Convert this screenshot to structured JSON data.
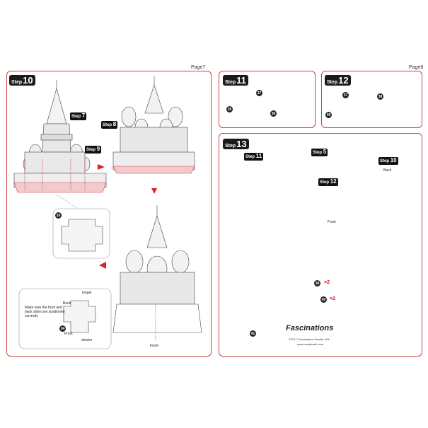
{
  "pages": {
    "left": "Page7",
    "right": "Page8"
  },
  "steps": {
    "s10": "10",
    "s11": "11",
    "s12": "12",
    "s13": "13",
    "word": "Step"
  },
  "refs": {
    "r7": "7",
    "r8": "8",
    "r9": "9",
    "r5": "5",
    "r10": "10",
    "r11": "11",
    "r12": "12"
  },
  "parts": {
    "p33": "33",
    "p34": "34",
    "p35": "35",
    "p36": "36",
    "p37": "37",
    "p38": "38",
    "p39": "39",
    "p40": "40",
    "p41": "41"
  },
  "multipliers": {
    "m1": "×2",
    "m2": "×2"
  },
  "labels": {
    "longer": "longer",
    "shorter": "shorter",
    "back": "Back",
    "front": "Front",
    "back2": "Back",
    "front2": "Front",
    "front3": "Front"
  },
  "note": "Make sure the front and back sides are positioned correctly",
  "brand": {
    "name": "Fascinations",
    "copyright": "©2017 Fascinations Seattle, WA",
    "site": "www.metalearth.com"
  }
}
